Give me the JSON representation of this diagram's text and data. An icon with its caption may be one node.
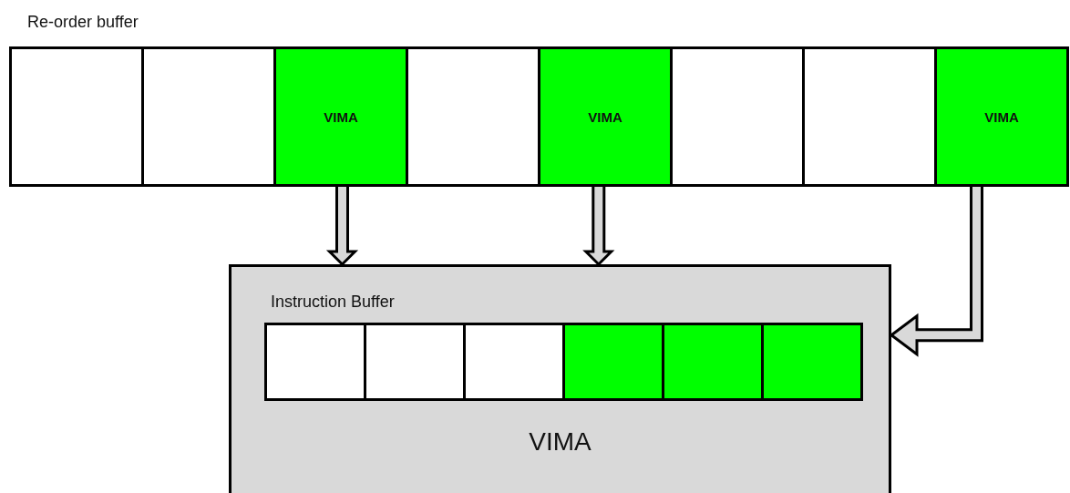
{
  "diagram": {
    "nodes": [
      {
        "text": [
          "Re-order buffer"
        ]
      },
      {
        "text": [],
        "shape": "box",
        "in": 0
      },
      {
        "text": [],
        "shape": "box",
        "in": 0
      },
      {
        "text": [
          "VIMA"
        ],
        "in": 0
      },
      {
        "text": [],
        "shape": "box",
        "in": 0
      },
      {
        "text": [
          "VIMA"
        ],
        "in": 0
      },
      {
        "text": [],
        "shape": "box",
        "in": 0
      },
      {
        "text": [],
        "shape": "box",
        "in": 0
      },
      {
        "text": [
          "VIMA"
        ],
        "in": 0
      },
      {
        "text": [
          "VIMA"
        ]
      },
      {
        "text": [
          "Instruction Buffer"
        ],
        "in": 9
      },
      {
        "text": [],
        "shape": "box",
        "in": 10
      },
      {
        "text": [],
        "shape": "box",
        "in": 10
      },
      {
        "text": [],
        "shape": "box",
        "in": 10
      },
      {
        "text": [],
        "shape": "box",
        "in": 10
      },
      {
        "text": [],
        "shape": "box",
        "in": 10
      },
      {
        "text": [],
        "shape": "box",
        "in": 10
      }
    ],
    "edges": [
      {
        "from": 3,
        "to": 9,
        "arrow": "to",
        "style": "thick"
      },
      {
        "from": 5,
        "to": 9,
        "arrow": "to",
        "style": "thick"
      },
      {
        "from": 8,
        "to": 9,
        "arrow": "to",
        "style": "thick"
      }
    ]
  }
}
